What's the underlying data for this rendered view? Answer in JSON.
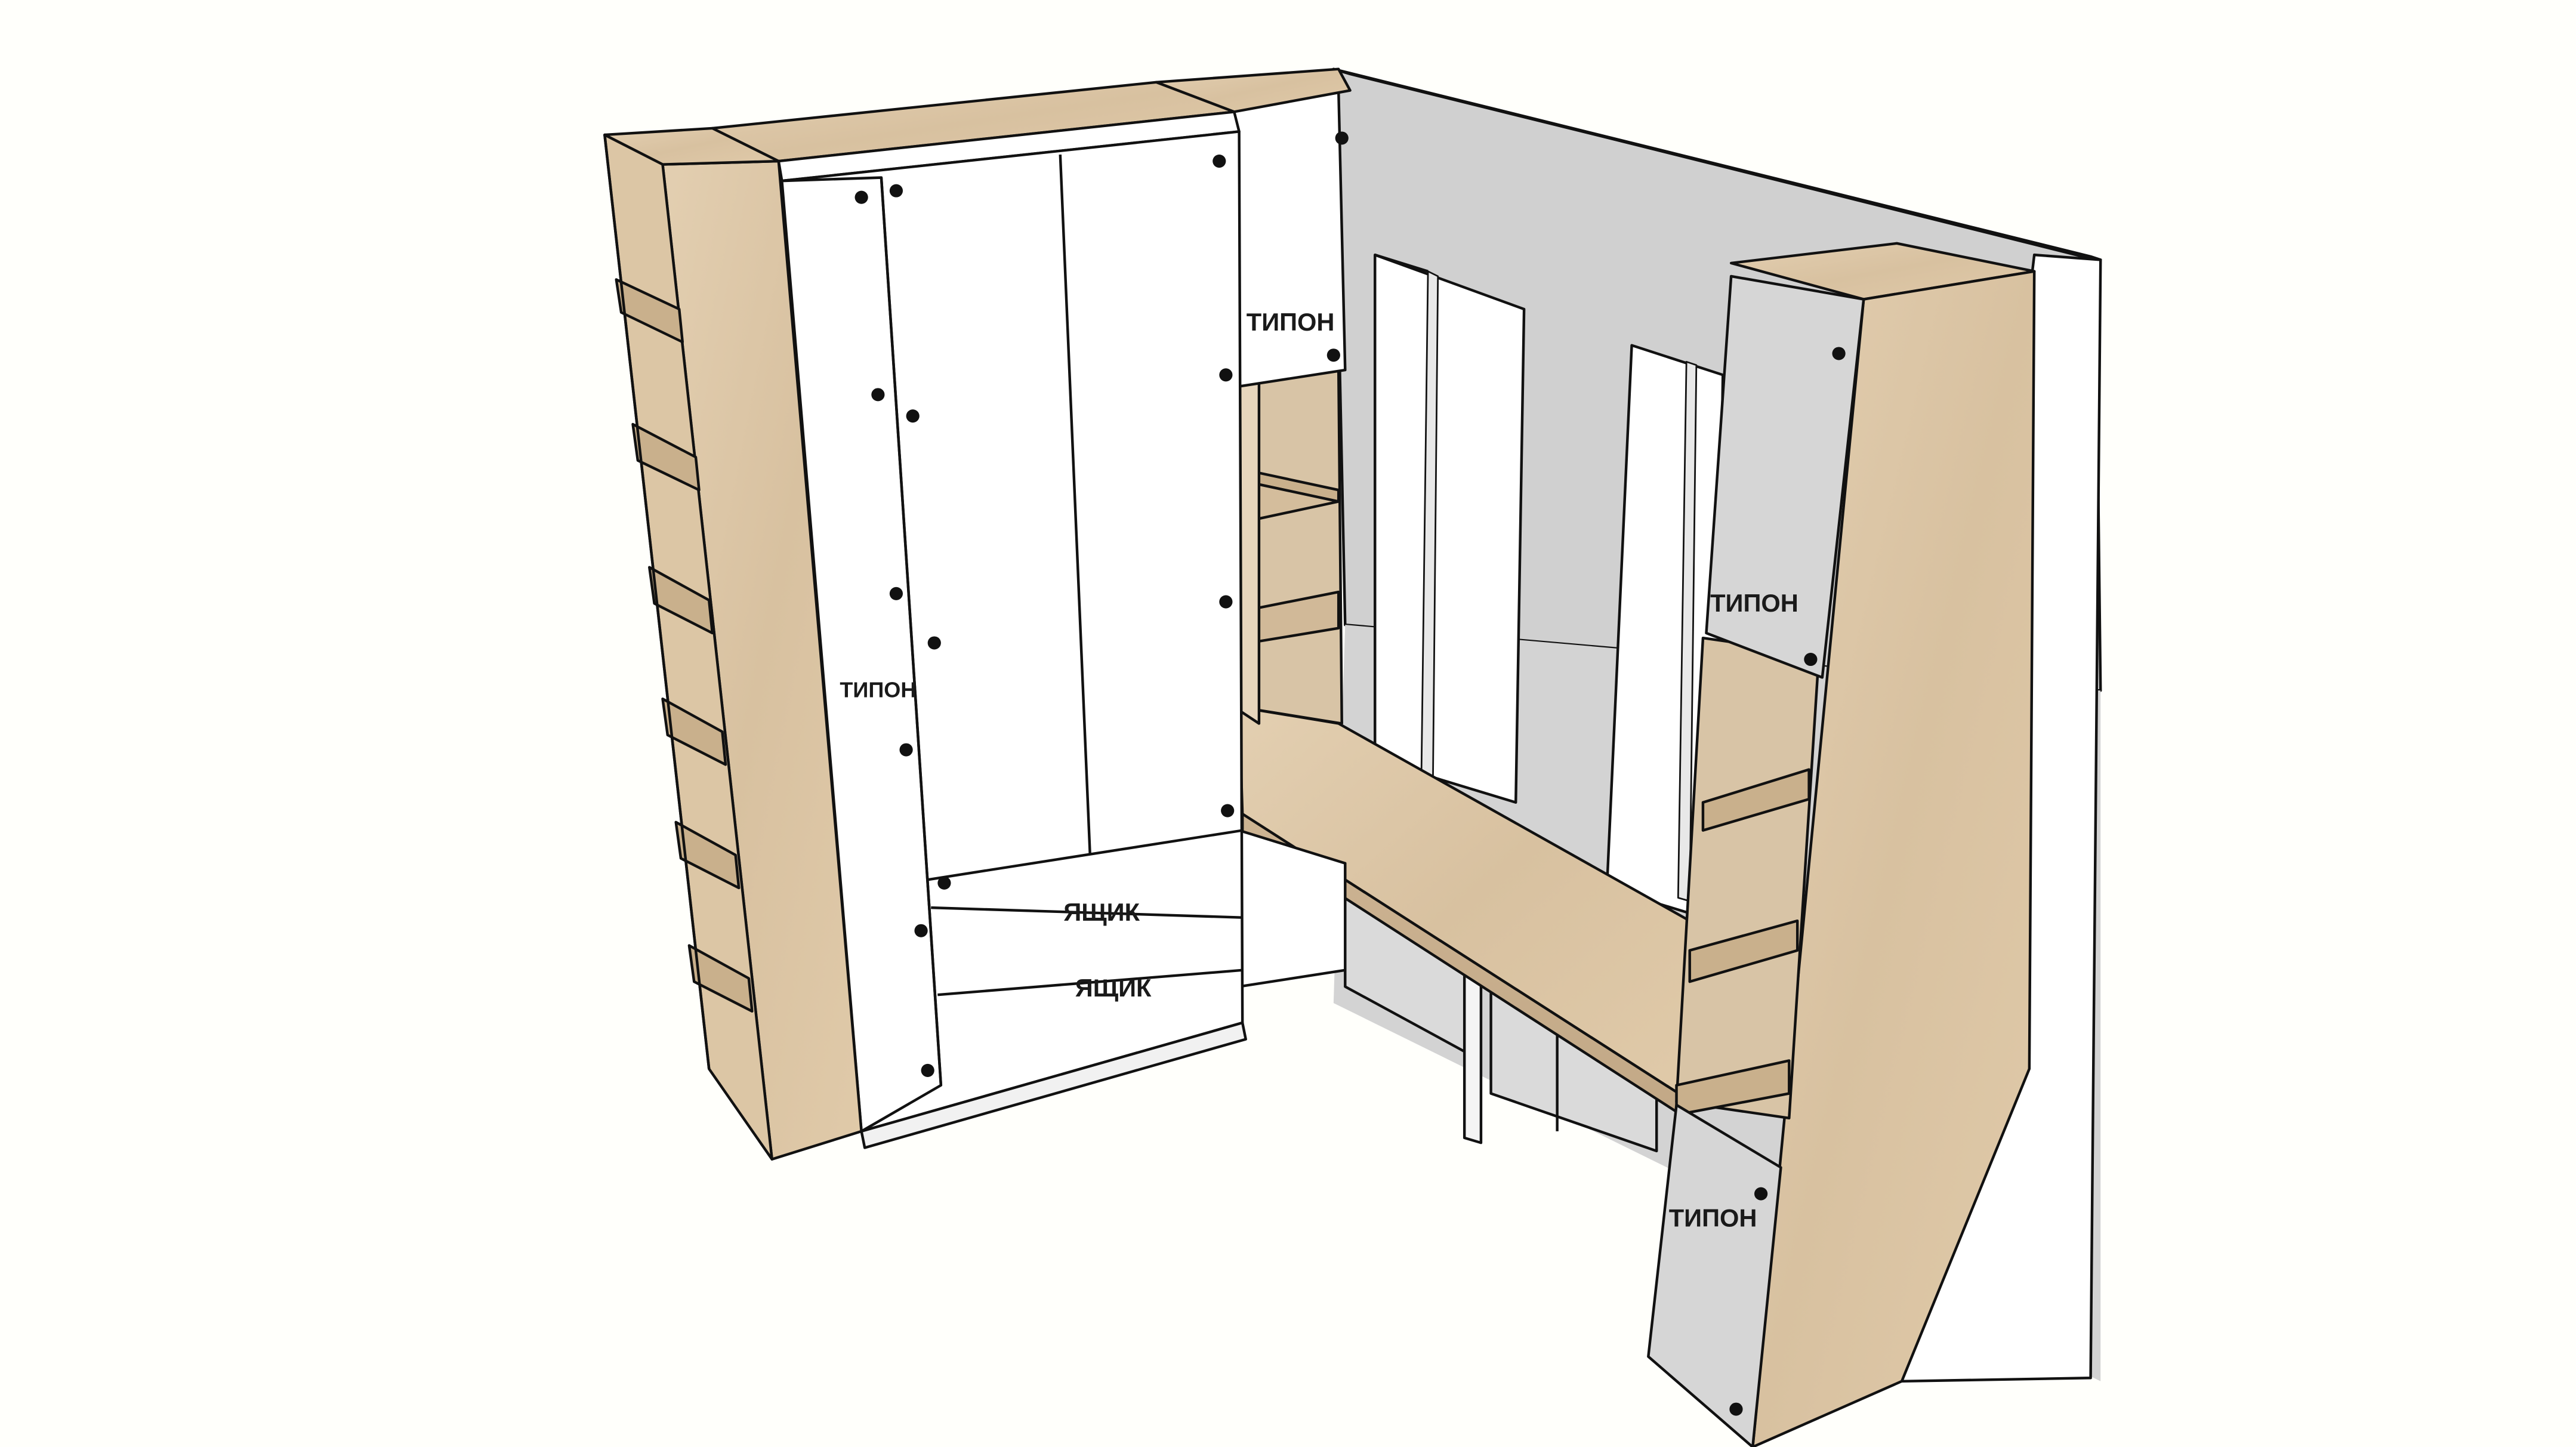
{
  "labels": {
    "wardrobe_door": "ТИПОН",
    "top_cabinet": "ТИПОН",
    "right_upper_door": "ТИПОН",
    "right_lower_door": "ТИПОН",
    "drawer_top": "ЯЩИК",
    "drawer_bottom": "ЯЩИК"
  },
  "colors": {
    "background": "#fffffb",
    "wall": "#d0d0d0",
    "wood": "#dcc7a9",
    "white_panel": "#ffffff",
    "grey_door": "#d6d6d6",
    "outline": "#111111"
  }
}
